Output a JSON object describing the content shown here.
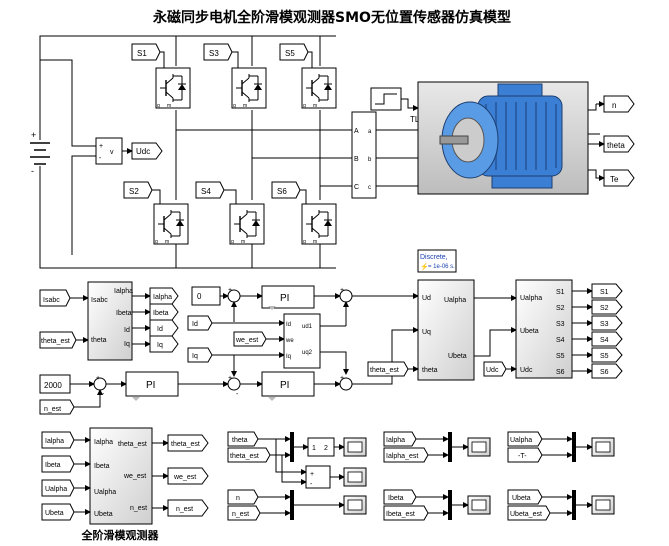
{
  "title": "永磁同步电机全阶滑模观测器SMO无位置传感器仿真模型",
  "footer_caption": "全阶滑模观测器",
  "switches": {
    "top": [
      "S1",
      "S3",
      "S5"
    ],
    "bottom": [
      "S2",
      "S4",
      "S6"
    ]
  },
  "voltmeter": {
    "plus": "+",
    "minus": "-",
    "out": "v",
    "goto": "Udc"
  },
  "dc_source": {
    "plus": "+",
    "minus": "-"
  },
  "motor": {
    "ports": [
      "A",
      "B",
      "C"
    ],
    "torque_label": "TL"
  },
  "motor_outputs": [
    "n",
    "theta",
    "Te"
  ],
  "clarke": {
    "inputs": [
      "Isabc",
      "theta"
    ],
    "outputs": [
      "Ialpha",
      "Ibeta",
      "Id",
      "Iq"
    ],
    "from_isabc": "Isabc",
    "from_theta": "theta_est"
  },
  "clarke_gotos": [
    "Ialpha",
    "Ibeta",
    "Id",
    "Iq"
  ],
  "dq_block": {
    "inputs": [
      "Id",
      "we",
      "Iq"
    ],
    "outputs": [
      "ud1",
      "uq2"
    ],
    "from_id": "Id",
    "from_we": "we_est",
    "from_iq": "Iq"
  },
  "const_zero": "0",
  "speed_ref": "2000",
  "speed_fb": "n_est",
  "pi_label": "PI",
  "sum_signs": {
    "plus": "+",
    "minus": "-"
  },
  "discrete": {
    "line1": "Discrete,",
    "line2": "= 1e-06 s."
  },
  "inv_park": {
    "inputs": [
      "Ud",
      "Uq",
      "theta"
    ],
    "outputs": [
      "Ualpha",
      "Ubeta"
    ],
    "from_theta": "theta_est"
  },
  "svpwm": {
    "inputs": [
      "Ualpha",
      "Ubeta",
      "Udc"
    ],
    "outputs": [
      "S1",
      "S2",
      "S3",
      "S4",
      "S5",
      "S6"
    ],
    "from_udc": "Udc"
  },
  "svpwm_gotos": [
    "S1",
    "S2",
    "S3",
    "S4",
    "S5",
    "S6"
  ],
  "smo": {
    "inputs": [
      "Ialpha",
      "Ibeta",
      "Ualpha",
      "Ubeta"
    ],
    "outputs": [
      "theta_est",
      "we_est",
      "n_est"
    ],
    "froms": [
      "Ialpha",
      "Ibeta",
      "Ualpha",
      "Ubeta"
    ]
  },
  "smo_gotos": [
    "theta_est",
    "we_est",
    "n_est"
  ],
  "scopes": {
    "theta_group": {
      "froms": [
        "theta",
        "theta_est"
      ],
      "gain_left": "1",
      "gain_right": "2"
    },
    "n_group": {
      "froms": [
        "n",
        "n_est"
      ]
    },
    "ialpha_group": {
      "froms": [
        "Ialpha",
        "Ialpha_est"
      ]
    },
    "ualpha_group": {
      "froms": [
        "Ualpha",
        "-T-"
      ]
    },
    "ibeta_group": {
      "froms": [
        "Ibeta",
        "Ibeta_est"
      ]
    },
    "ubeta_group": {
      "froms": [
        "Ubeta",
        "Ubeta_est"
      ]
    }
  }
}
